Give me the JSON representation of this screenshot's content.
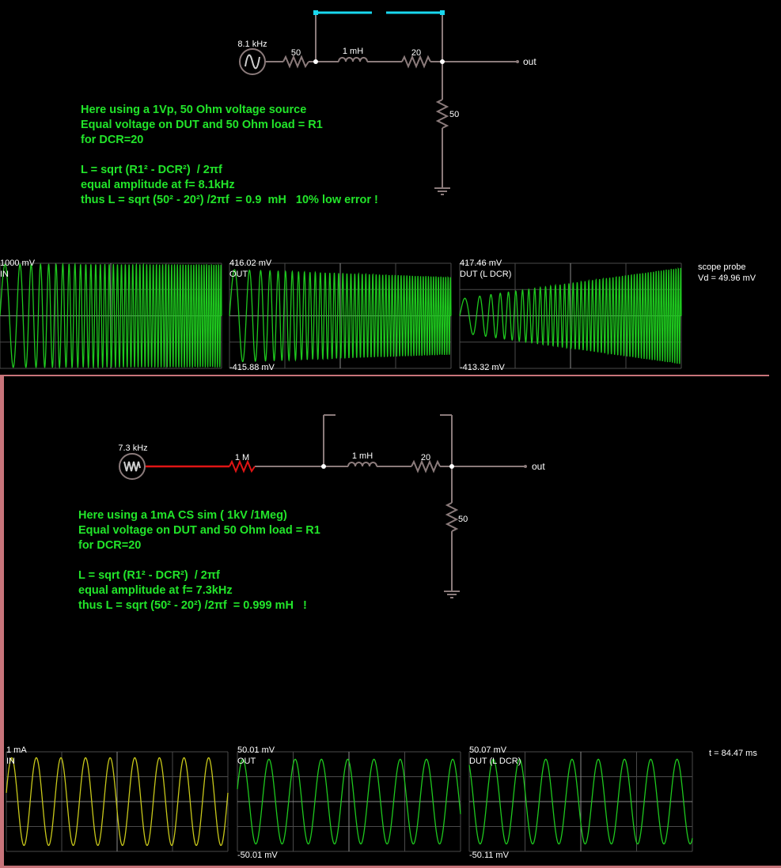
{
  "top": {
    "source_freq": "8.1 kHz",
    "r_source": "50",
    "inductor": "1 mH",
    "dcr": "20",
    "load": "50",
    "out_label": "out",
    "notes": [
      "Here using a 1Vp, 50 Ohm voltage source",
      "Equal voltage on DUT and 50 Ohm load = R1",
      "for DCR=20",
      "",
      "L = sqrt (R1² - DCR²)  / 2πf",
      "equal amplitude at f= 8.1kHz",
      "thus L = sqrt (50² - 20²) /2πf  = 0.9  mH   10% low error !"
    ],
    "scopes": [
      {
        "max": "1000 mV",
        "name": "IN",
        "min": ""
      },
      {
        "max": "416.02 mV",
        "name": "OUT",
        "min": "-415.88 mV"
      },
      {
        "max": "417.46 mV",
        "name": "DUT (L DCR)",
        "min": "-413.32 mV"
      }
    ],
    "probe_title": "scope probe",
    "probe_value": "Vd = 49.96 mV"
  },
  "bottom": {
    "source_freq": "7.3 kHz",
    "r_source": "1 M",
    "inductor": "1 mH",
    "dcr": "20",
    "load": "50",
    "out_label": "out",
    "notes": [
      "Here using a 1mA CS sim ( 1kV /1Meg)",
      "Equal voltage on DUT and 50 Ohm load = R1",
      "for DCR=20",
      "",
      "L = sqrt (R1² - DCR²)  / 2πf",
      "equal amplitude at f= 7.3kHz",
      "thus L = sqrt (50² - 20²) /2πf  = 0.999 mH   !"
    ],
    "scopes": [
      {
        "max": "1 mA",
        "name": "IN",
        "min": ""
      },
      {
        "max": "50.01 mV",
        "name": "OUT",
        "min": "-50.01 mV"
      },
      {
        "max": "50.07 mV",
        "name": "DUT (L DCR)",
        "min": "-50.11 mV"
      }
    ],
    "time": "t = 84.47 ms"
  },
  "colors": {
    "wire": "#8b7b7b",
    "hot_wire": "#e01515",
    "switch": "#19d8ef",
    "trace_green": "#1ec81e",
    "trace_yellow": "#c8c81a",
    "grid": "#4a4a4a",
    "note": "#22e52a",
    "separator": "#c8747a"
  },
  "icons": {
    "source_top": "sine-source-icon",
    "source_bottom": "current-source-icon",
    "ground": "ground-icon"
  }
}
